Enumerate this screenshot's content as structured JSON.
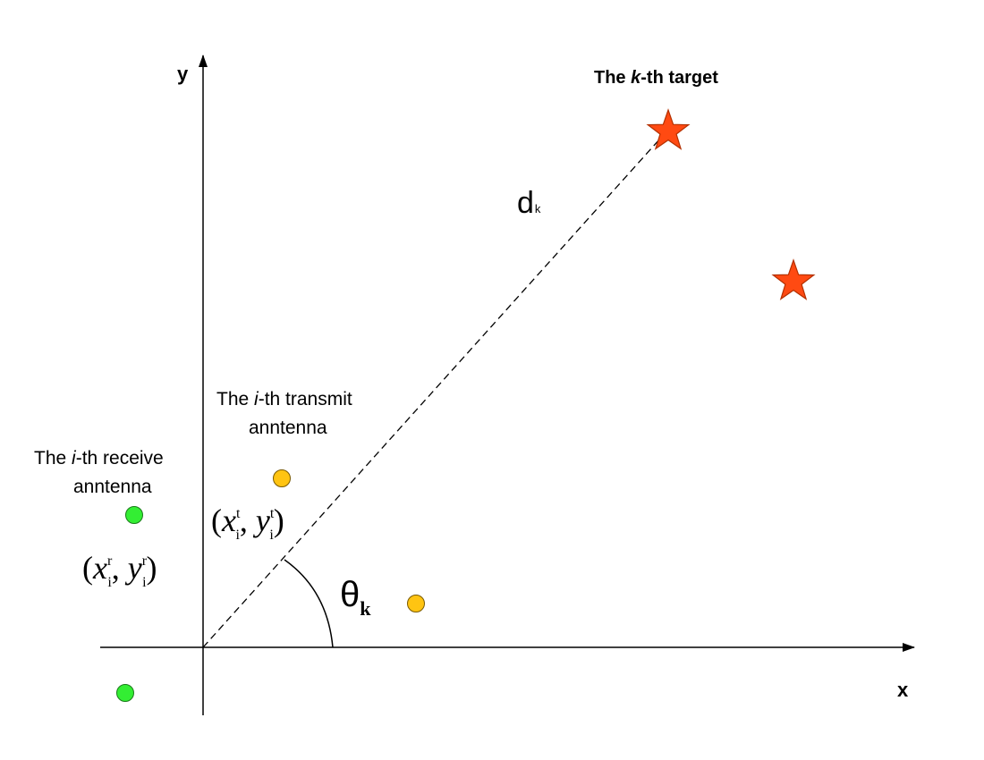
{
  "axes": {
    "x_label": "x",
    "y_label": "y"
  },
  "target": {
    "prefix": "The ",
    "k": "k",
    "suffix": "-th target",
    "color": "#ff4a12",
    "stroke": "#b33000"
  },
  "distance": {
    "symbol": "d",
    "index": "k"
  },
  "angle": {
    "symbol": "θ",
    "index": "k"
  },
  "transmit": {
    "line1_prefix": "The ",
    "i": "i",
    "line1_suffix": "-th transmit",
    "line2": "anntenna",
    "color": "#ffc412",
    "coord": {
      "open": "(",
      "x": "x",
      "y": "y",
      "sub": "i",
      "sup": "t",
      "comma": ", ",
      "close": ")"
    }
  },
  "receive": {
    "line1_prefix": "The ",
    "i": "i",
    "line1_suffix": "-th receive",
    "line2": "anntenna",
    "color": "#33ee33",
    "coord": {
      "open": "(",
      "x": "x",
      "y": "y",
      "sub": "i",
      "sup": "r",
      "comma": ", ",
      "close": ")"
    }
  }
}
